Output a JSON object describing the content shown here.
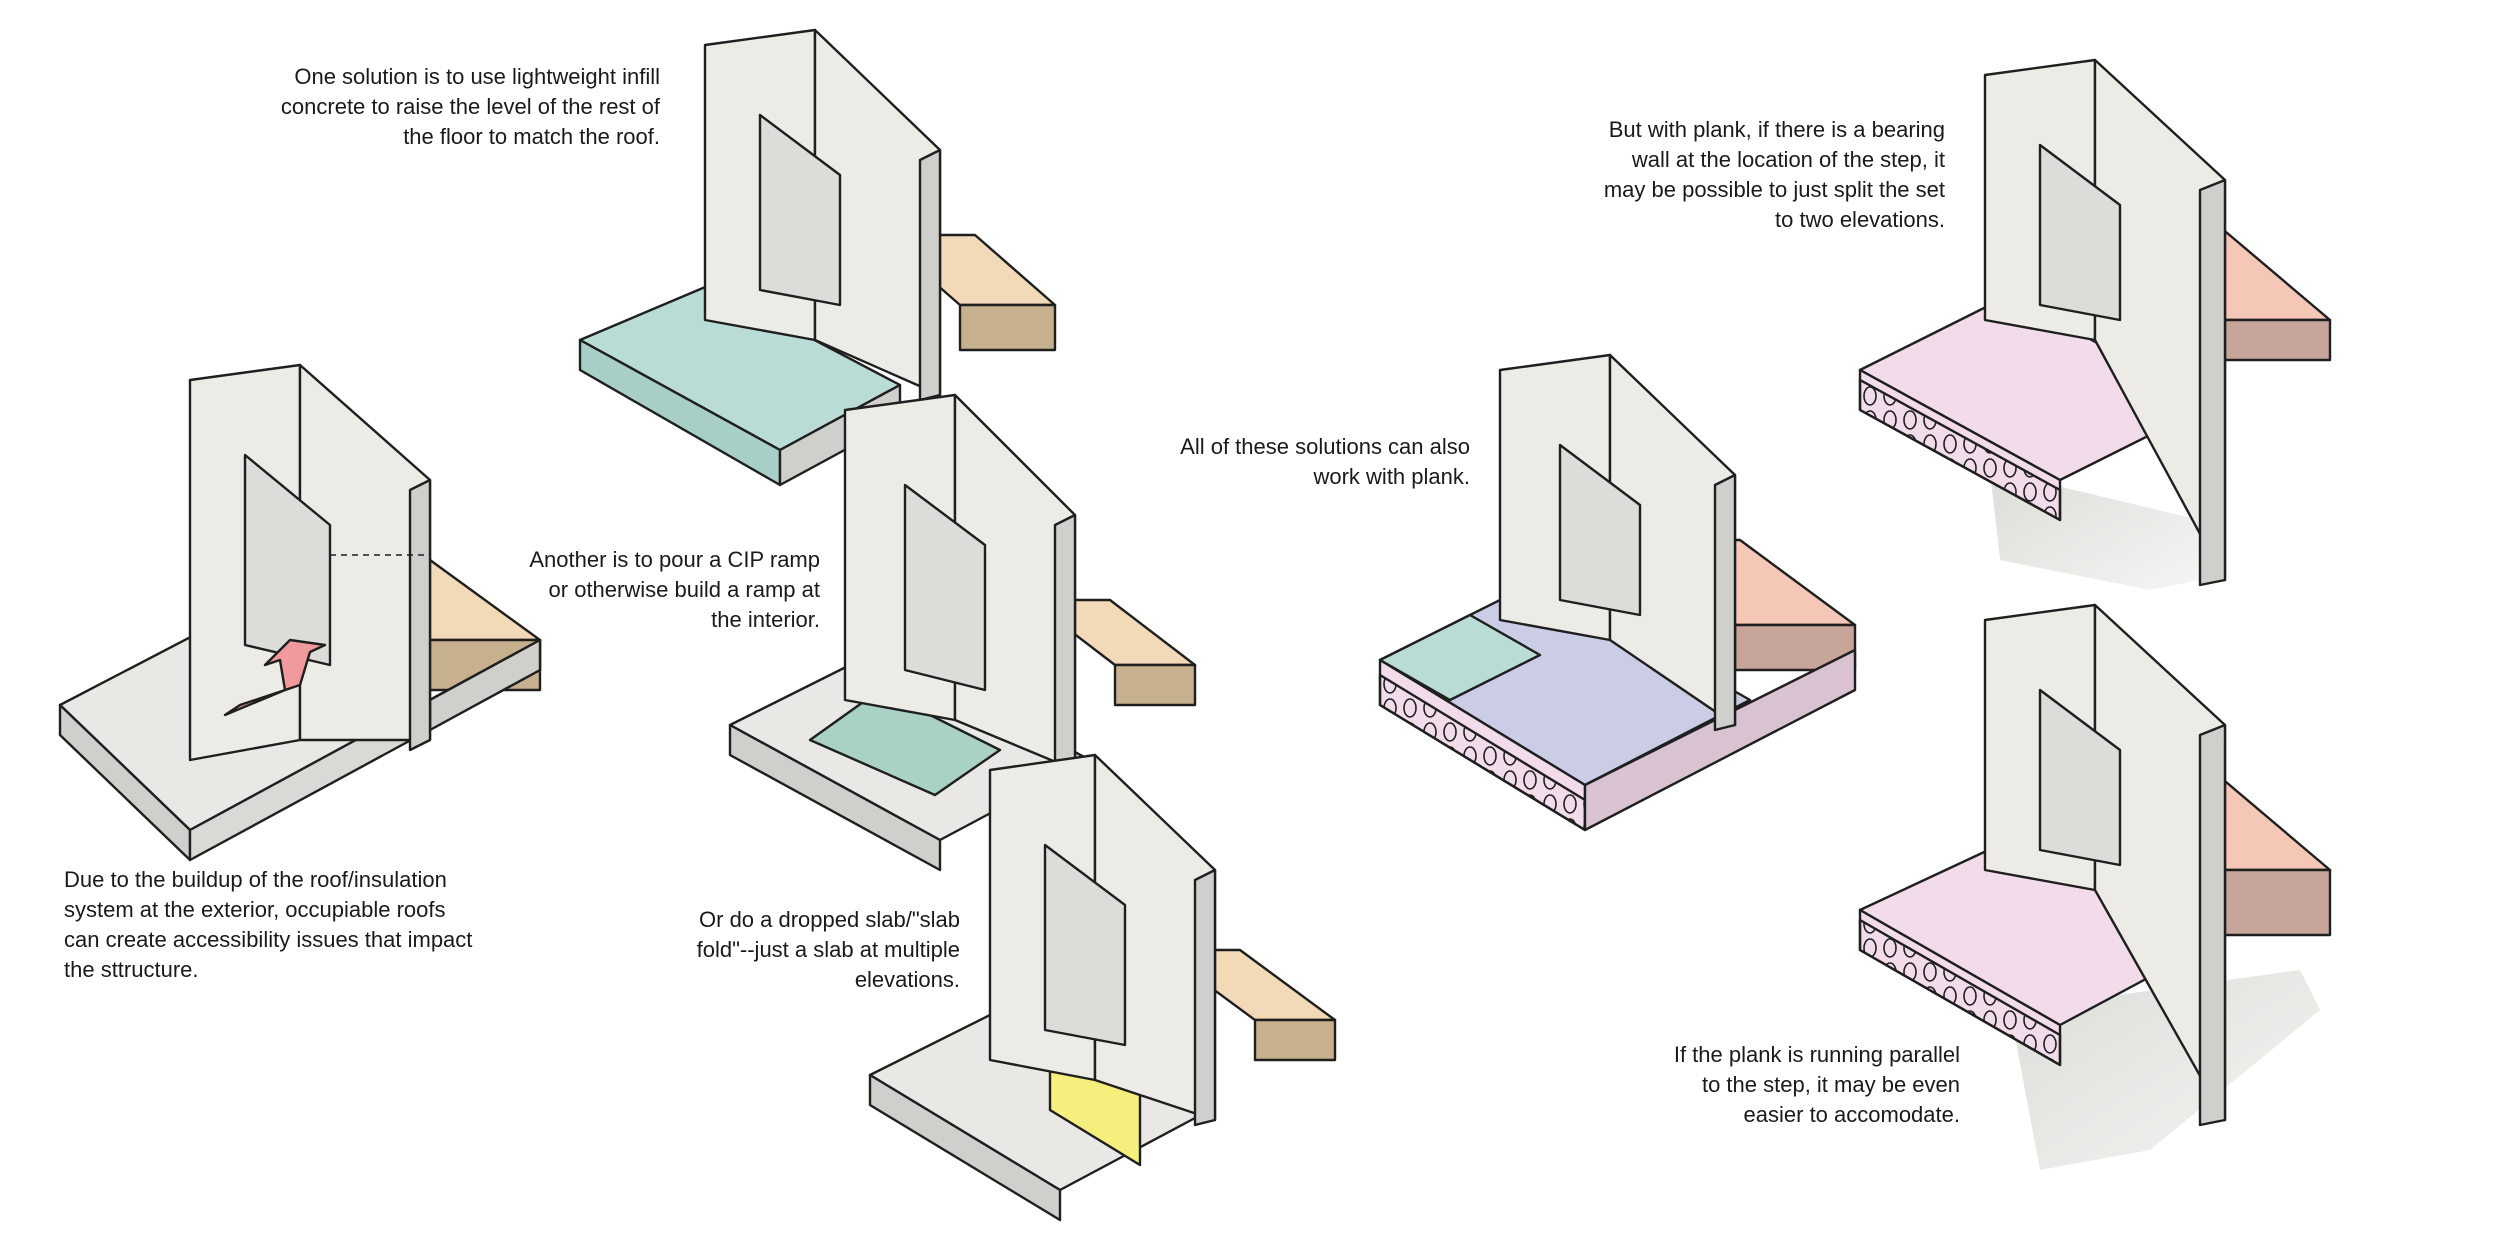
{
  "captions": {
    "infill": "One solution is to use lightweight infill\nconcrete to raise the level of the rest of\nthe floor to match the roof.",
    "ramp": "Another is to pour a CIP ramp\nor otherwise build a ramp at\nthe interior.",
    "dropped_slab": "Or do a dropped slab/\"slab\nfold\"--just a slab at multiple\nelevations.",
    "buildup": "Due to the buildup of the roof/insulation\nsystem at the exterior, occupiable roofs\ncan create accessibility issues that impact\nthe sttructure.",
    "plank_all": "All of these solutions can also\nwork with plank.",
    "plank_bearing": "But with plank, if there is a bearing\nwall at the location of the step, it\nmay be possible to just split the set\nto two elevations.",
    "plank_parallel": "If the plank is running parallel\nto the step, it may be even\neasier to accomodate."
  },
  "colors": {
    "outline": "#1f1f1f",
    "wall_face": "#ecebe6",
    "wall_side": "#cfcfcb",
    "slab_top": "#e9e8e4",
    "slab_side": "#cfcfcb",
    "roof_insulation": "#f2d9b8",
    "roof_insulation_side": "#c7b08e",
    "infill_teal": "#b9ddd6",
    "ramp_teal": "#a9d1c6",
    "yellow": "#f6ef7e",
    "plank_blue": "#cbcde6",
    "plank_pink": "#f2dcec",
    "plank_salmon": "#f4c7b6",
    "arrow_pink": "#f19a9d",
    "shadow": "#cfcfcb"
  }
}
